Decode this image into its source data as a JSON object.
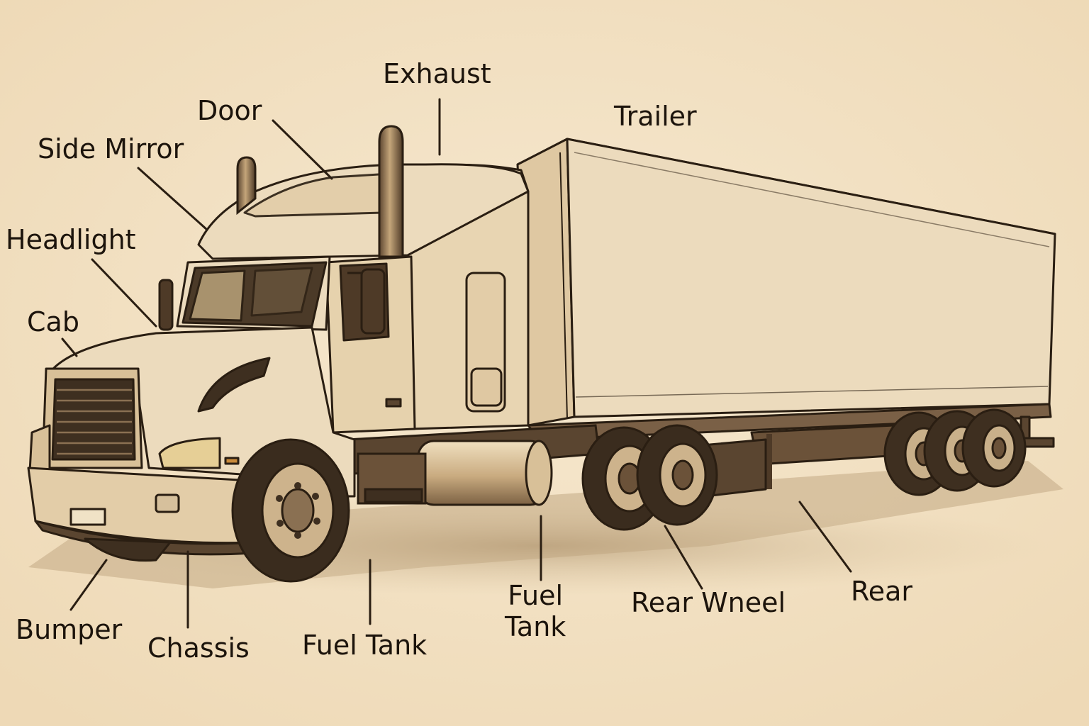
{
  "labels": {
    "exhaust": "Exhaust",
    "door": "Door",
    "trailer": "Trailer",
    "side_mirror": "Side Mirror",
    "headlight": "Headlight",
    "cab": "Cab",
    "bumper": "Bumper",
    "chassis": "Chassis",
    "fuel_tank": "Fuel Tank",
    "fuel_tank_2": "Fuel\nTank",
    "rear_wheel": "Rear Wneel",
    "rear": "Rear"
  },
  "colors": {
    "background": "#f3e3c7",
    "ink": "#2a1e12",
    "body": "#ecdbbd",
    "shade": "#d6c09c",
    "dark": "#5a4530"
  }
}
